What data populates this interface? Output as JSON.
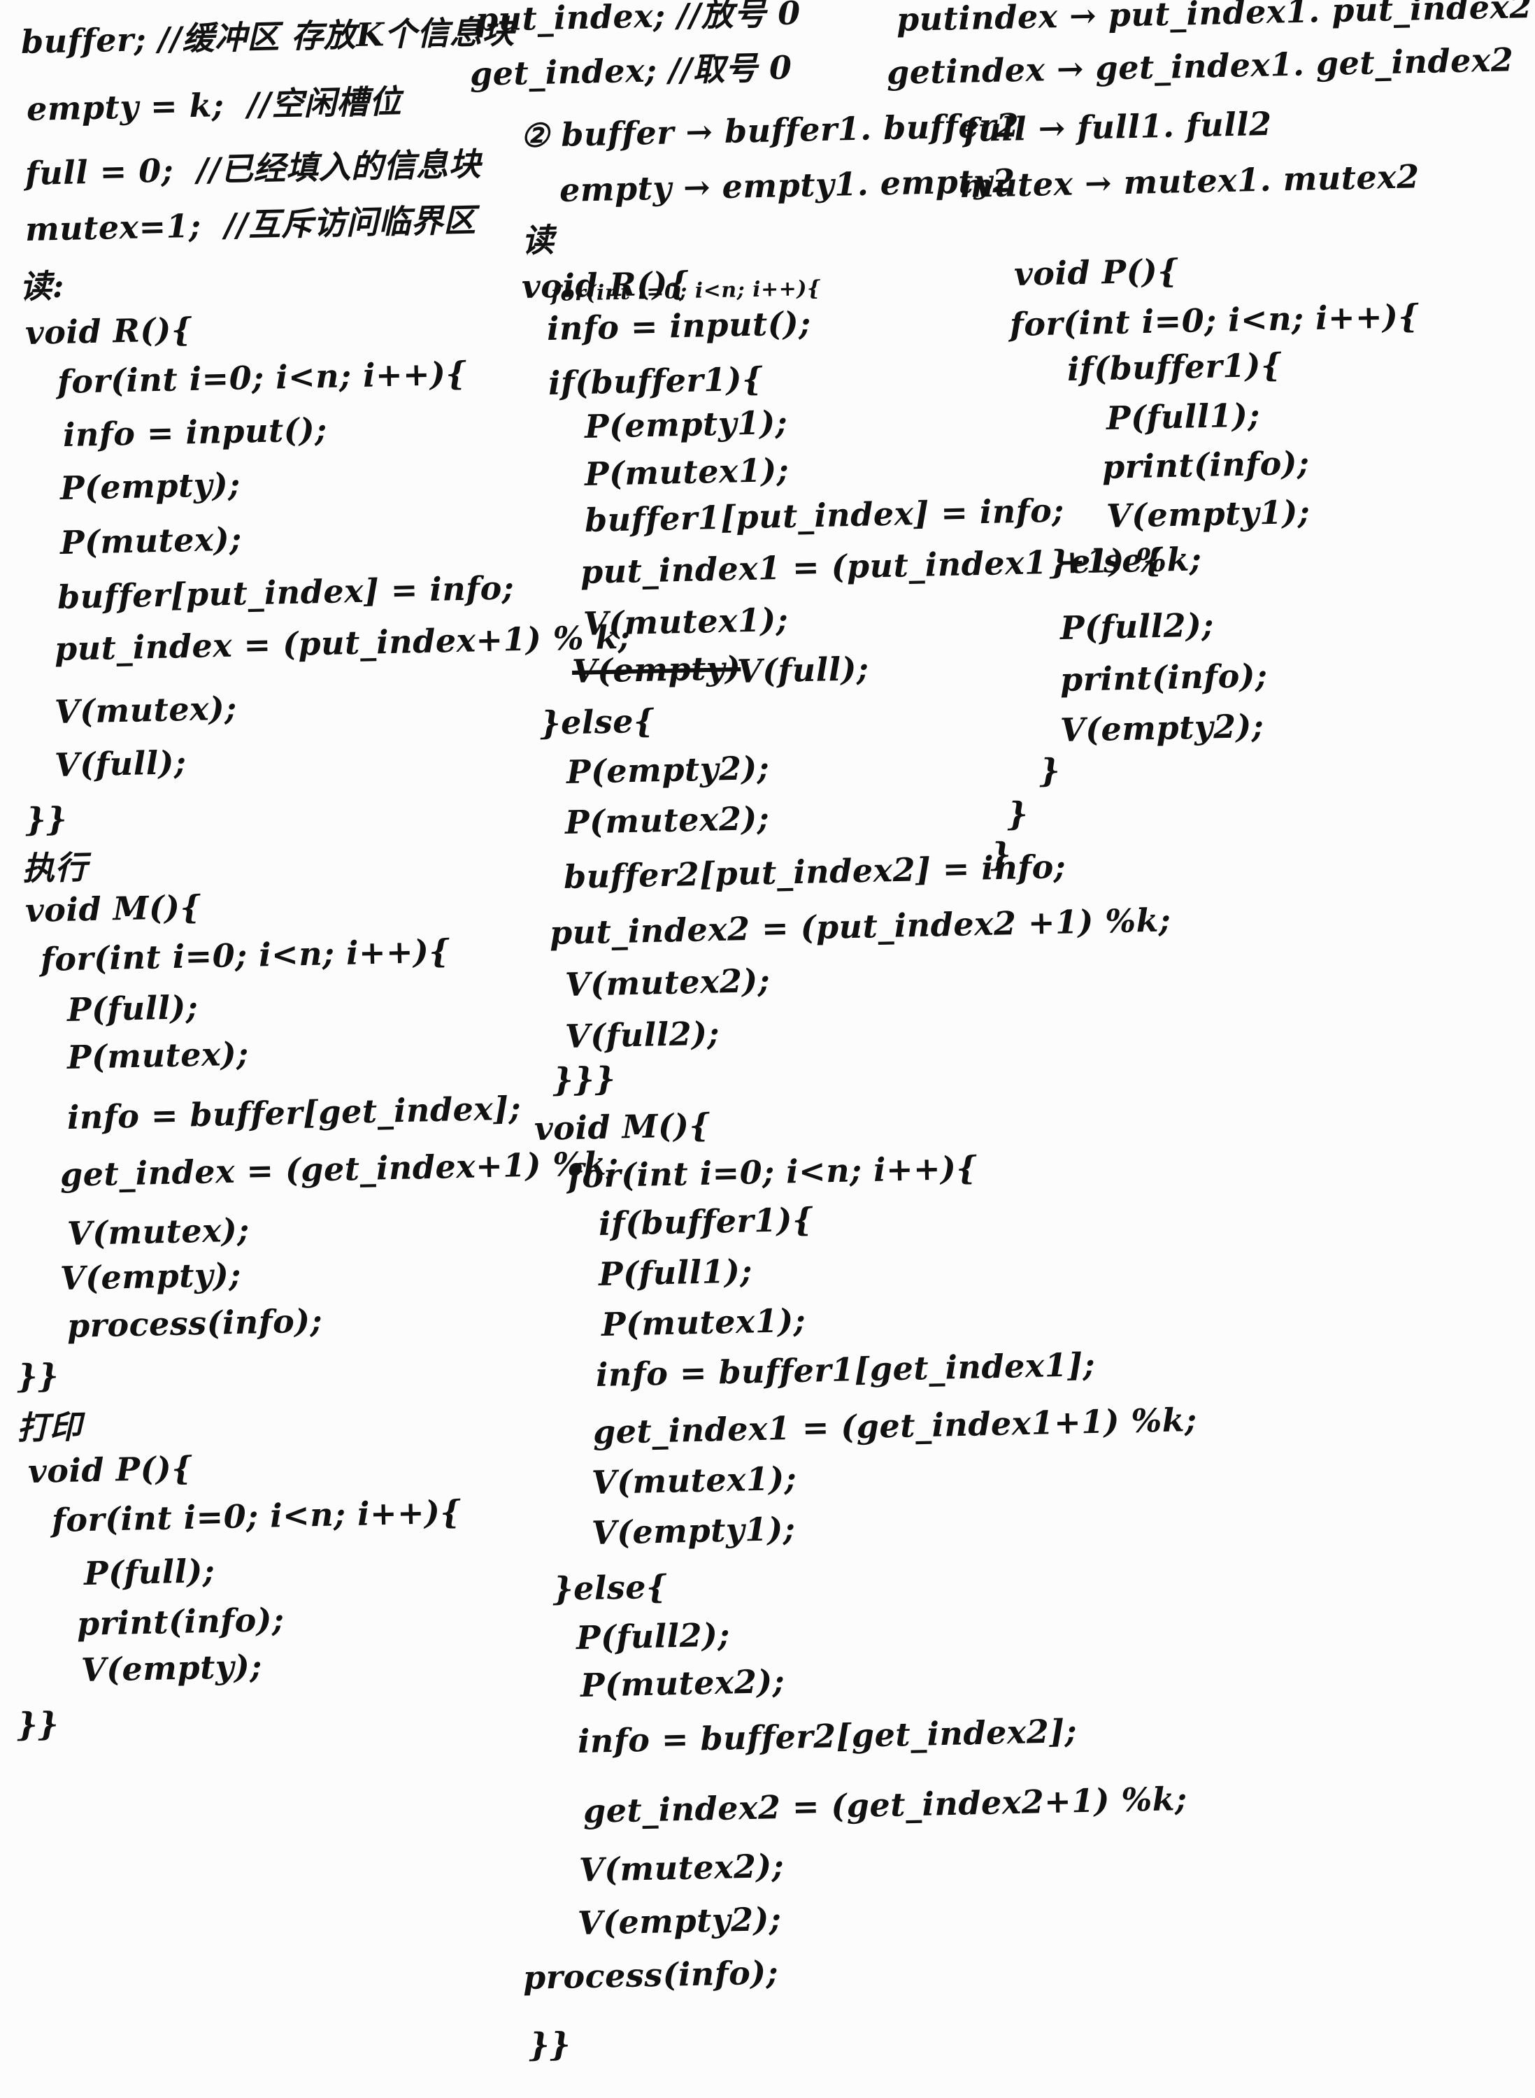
{
  "left_column": [
    "buffer; //缓冲区 存放K个信息块",
    "empty = k;  //空闲槽位",
    "full = 0;  //已经填入的信息块",
    "mutex=1;  //互斥访问临界区",
    "读:",
    "void R(){",
    "for(int i=0; i<n; i++){",
    "info = input();",
    "P(empty);",
    "P(mutex);",
    "buffer[put_index] = info;",
    "put_index = (put_index+1) % k;",
    "V(mutex);",
    "V(full);",
    "}}",
    "执行",
    "void M(){",
    "for(int i=0; i<n; i++){",
    "P(full);",
    "P(mutex);",
    "info = buffer[get_index];",
    "get_index = (get_index+1) %k;",
    "V(mutex);",
    "V(empty);",
    "process(info);",
    "}}",
    "打印",
    "void P(){",
    "for(int i=0; i<n; i++){",
    "P(full);",
    "print(info);",
    "V(empty);",
    "}}"
  ],
  "middle_column": [
    "put_index; //放号 0",
    "get_index; //取号 0",
    "② buffer → buffer1. buffer2",
    "empty → empty1. empty2",
    "读",
    "void R(){",
    "for(int i=0; i<n; i++){",
    "info = input();",
    "if(buffer1){",
    "P(empty1);",
    "P(mutex1);",
    "buffer1[put_index] = info;",
    "put_index1 = (put_index1 +1) %k;",
    "V(mutex1);",
    "V(empty)",
    "V(full);",
    "}else{",
    "P(empty2);",
    "P(mutex2);",
    "buffer2[put_index2] = info;",
    "put_index2 = (put_index2 +1) %k;",
    "V(mutex2);",
    "V(full2);",
    "}}}",
    "void M(){",
    "for(int i=0; i<n; i++){",
    "if(buffer1){",
    "P(full1);",
    "P(mutex1);",
    "info = buffer1[get_index1];",
    "get_index1 = (get_index1+1) %k;",
    "V(mutex1);",
    "V(empty1);",
    "}else{",
    "P(full2);",
    "P(mutex2);",
    "info = buffer2[get_index2];",
    "get_index2 = (get_index2+1) %k;",
    "V(mutex2);",
    "V(empty2);",
    "process(info);",
    "}}"
  ],
  "right_column": [
    "putindex → put_index1. put_index2",
    "getindex → get_index1. get_index2",
    "full → full1. full2",
    "mutex → mutex1. mutex2",
    "void P(){",
    "for(int i=0; i<n; i++){",
    "if(buffer1){",
    "P(full1);",
    "print(info);",
    "V(empty1);",
    "}else{",
    "P(full2);",
    "print(info);",
    "V(empty2);",
    "}",
    "}",
    "}"
  ],
  "colors": {
    "ink": "#111111",
    "paper": "#fcfcfc"
  }
}
